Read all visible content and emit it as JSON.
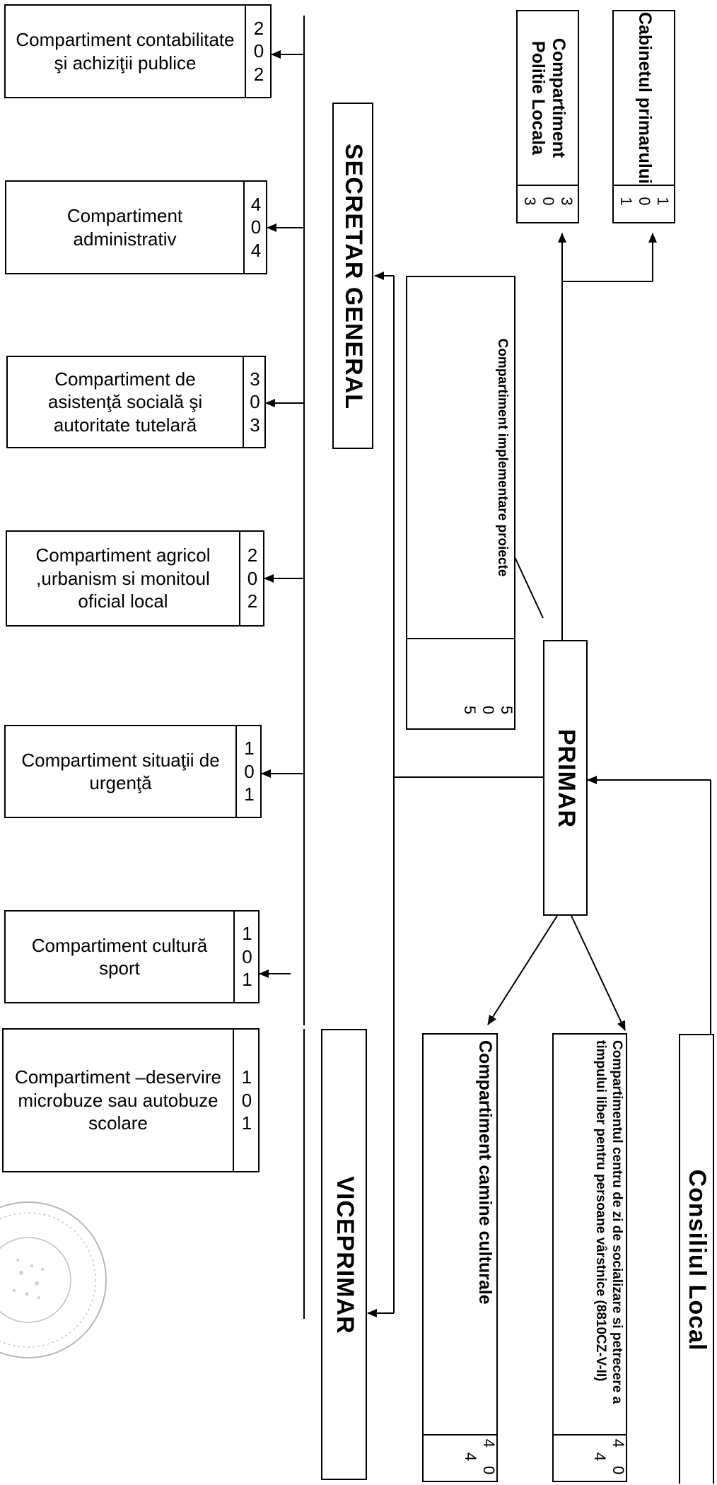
{
  "left_compartments": [
    {
      "label": "Compartiment contabilitate şi achiziţii publice",
      "digits": [
        "2",
        "0",
        "2"
      ]
    },
    {
      "label": "Compartiment administrativ",
      "digits": [
        "4",
        "0",
        "4"
      ]
    },
    {
      "label": "Compartiment de asistenţă socială şi autoritate tutelară",
      "digits": [
        "3",
        "0",
        "3"
      ]
    },
    {
      "label": "Compartiment agricol ,urbanism si monitoul oficial local",
      "digits": [
        "2",
        "0",
        "2"
      ]
    },
    {
      "label": "Compartiment situaţii de urgenţă",
      "digits": [
        "1",
        "0",
        "1"
      ]
    },
    {
      "label": "Compartiment cultură sport",
      "digits": [
        "1",
        "0",
        "1"
      ]
    },
    {
      "label": "Compartiment –deservire microbuze sau autobuze scolare",
      "digits": [
        "1",
        "0",
        "1"
      ]
    }
  ],
  "secretar": "SECRETAR GENERAL",
  "viceprimar": "VICEPRIMAR",
  "primar": "PRIMAR",
  "implementare": {
    "label": "Compartiment implementare proiecte",
    "digits": "5 0 5"
  },
  "politie": {
    "label": "Compartiment Politie Locala",
    "digits": "3 0 3"
  },
  "cabinet": {
    "label": "Cabinetul primarului",
    "digits": "1 0 1"
  },
  "camine": {
    "label": "Compartiment camine culturale",
    "digits": "4 0 4"
  },
  "centru": {
    "label": "Compartimentul centru de zi de socializare si petrecere a timpului liber pentru persoane vârstnice (8810CZ-V-II)",
    "digits": "4 0 4"
  },
  "consiliu": "Consiliul Local"
}
